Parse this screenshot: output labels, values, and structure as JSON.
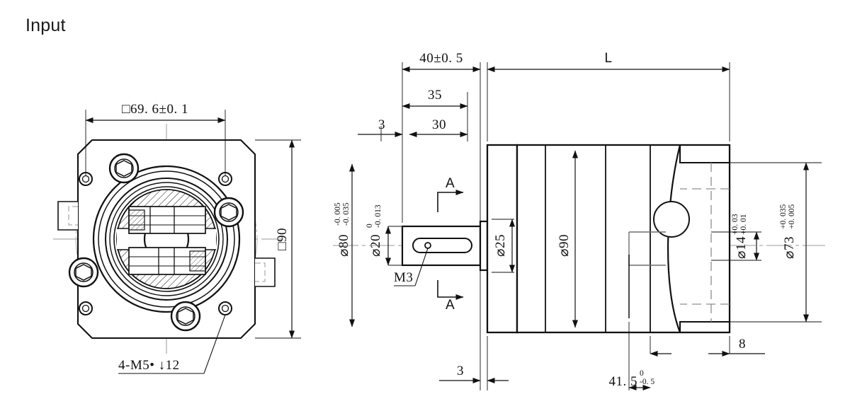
{
  "page": {
    "title": "Input",
    "background": "#ffffff",
    "line_color": "#111111",
    "center_line_color": "#9a9a9a"
  },
  "front_view": {
    "name": "front-flange-view",
    "dimensions": {
      "bolt_square_pitch": "□69. 6±0. 1",
      "flange_square": "□90",
      "tapped_hole_callout": "4-M5• ↓12"
    },
    "features": {
      "socket_screw_count": 4,
      "pilot_hole_count": 4
    }
  },
  "side_view": {
    "name": "side-section-view",
    "top_dimensions": [
      {
        "label": "40±0. 5",
        "name": "dim-40"
      },
      {
        "label": "L",
        "name": "dim-L"
      },
      {
        "label": "35",
        "name": "dim-35"
      },
      {
        "label": "3",
        "name": "dim-3-top"
      },
      {
        "label": "30",
        "name": "dim-30"
      }
    ],
    "bottom_dimensions": [
      {
        "label": "3",
        "name": "dim-3-bottom"
      },
      {
        "label": "41. 5",
        "upper_tol": "0",
        "lower_tol": "-0. 5",
        "name": "dim-41-5"
      },
      {
        "label": "8",
        "name": "dim-8"
      }
    ],
    "vertical_dimensions": [
      {
        "symbol": "⌀",
        "value": "80",
        "upper_tol": "-0. 005",
        "lower_tol": "-0. 035",
        "name": "dim-dia-80"
      },
      {
        "symbol": "⌀",
        "value": "20",
        "upper_tol": "0",
        "lower_tol": "-0. 013",
        "name": "dim-dia-20"
      },
      {
        "symbol": "⌀",
        "value": "25",
        "upper_tol": "",
        "lower_tol": "",
        "name": "dim-dia-25"
      },
      {
        "symbol": "⌀",
        "value": "90",
        "upper_tol": "",
        "lower_tol": "",
        "name": "dim-dia-90"
      },
      {
        "symbol": "⌀",
        "value": "14",
        "upper_tol": "+0. 03",
        "lower_tol": "+0. 01",
        "name": "dim-dia-14"
      },
      {
        "symbol": "⌀",
        "value": "73",
        "upper_tol": "+0. 035",
        "lower_tol": "+0. 005",
        "name": "dim-dia-73"
      }
    ],
    "callouts": [
      {
        "label": "M3",
        "name": "callout-m3"
      }
    ],
    "section_marks": [
      {
        "label": "A",
        "name": "section-mark-a-top"
      },
      {
        "label": "A",
        "name": "section-mark-a-bottom"
      }
    ]
  }
}
